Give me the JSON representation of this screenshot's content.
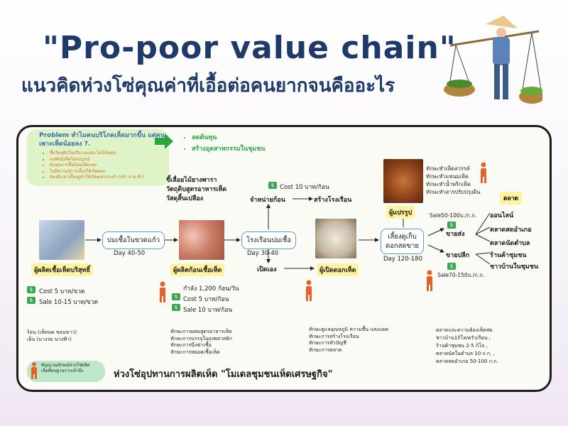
{
  "title": {
    "english": "\"Pro-poor value chain\"",
    "thai": "แนวคิดห่วงโซ่คุณค่าที่เอื้อต่อคนยากจนคืออะไร"
  },
  "problem": {
    "title": "Problem ทำไมคนบริโภคเห็ดมากขึ้น แต่คนเพาะเห็ดน้อยลง ?.",
    "items": [
      "ซื้อวัตถุดิบในปริมาณเยอะไม่มีเงินทุน",
      "แม่พันธุ์เห็ดไม่สมบูรณ์",
      "ต้นทุนการซื้อก้อนเห็ดแพง",
      "ไม่มีความรู้การเลี้ยงให้เกิดดอก",
      "ต้องมีเวลาเลี้ยงดูทำให้เกิดดอกประจำ (เช้า บ่าย ค่ำ)"
    ]
  },
  "goals": [
    "ลดต้นทุน",
    "สร้างอุตสาหกรรมในชุมชน"
  ],
  "stages": {
    "producer_company": "ผู้ผลิตเชื้อเห็ดบริสุทธิ์",
    "bottle_step": "บ่มเชื้อในขวดแก้ว",
    "day_40_50": "Day 40-50",
    "producer_spawn": "ผู้ผลิตก้อนเชื้อเห็ด",
    "raw_materials": "ขี้เลื่อยไม้ยางพารา\nวัตถุดิบสูตรอาหารเห็ด\nวัสดุสิ้นเปลือง",
    "incubation_house": "โรงเรือนบ่มเชื้อ",
    "day_30_40": "Day 30-40",
    "sell_blocks": "จำหน่ายก้อน",
    "build_house": "สร้างโรงเรือน",
    "open_self": "เปิดเอง",
    "opener": "ผู้เปิดดอกเห็ด",
    "cost_block": "Cost 10 บาท/ก้อน",
    "harvest": "เลี้ยงดูเก็บ\nดอกสดขาย",
    "day_120_180": "Day 120-180",
    "processor": "ผู้แปรรูป",
    "processor_skills": "ทักษะทำเห็ดสวรรค์\nทักษะทำแหนมเห็ด\nทักษะทำน้ำพริกเห็ด\nทักษะทำสารปรับปรุงดิน",
    "wholesale": "ขายส่ง",
    "retail": "ขายปลีก",
    "sale_wholesale": "Sale50-100บ./ก.ก.",
    "sale_retail": "Sale70-150บ./ก.ก."
  },
  "market": {
    "title": "ตลาด",
    "items": [
      "ออนไลน์",
      "ตลาดสดอำเภอ",
      "ตลาดนัดตำบล",
      "ร้านค้าชุมชน",
      "ชาวบ้านในชุมชน"
    ]
  },
  "company_prices": [
    "Cost 5 บาท/ขวด",
    "Sale 10-15 บาท/ขวด"
  ],
  "spawn_prices": [
    "กำลัง 1,200 ก้อน/วัน",
    "Cost 5 บาท/ก้อน",
    "Sale 10 บาท/ก้อน"
  ],
  "notes": {
    "company": "ร้อน (เห็ดนด ขอนขาว)\nเย็น (นางรม นางฟ้า)",
    "spawn_skills": "ทักษะการผสมสูตรอาหารเห็ด\nทักษะการบรรจุในถุงพลาสติก\nทักษะการนึ่งฆ่าเชื้อ\nทักษะการหยอดเชื้อเห็ด",
    "opener_skills": "ทักษะดูแลอุณหภูมิ ความชื้น แสงแดด\nทักษะการสร้างโรงเรือน\nทักษะการทำบัญชี\nทักษะการตลาด",
    "market_need": "ตลาดและความต้องเห็ดสด\nชาวบ้าน1กิโล/ครัวเรือน ,\nร้านค้าชุมชน 2-5 กิโล ,\nตลาดนัดในตำบล 10 ก.ก. ,\nตลาดสดอำเภอ 50-100 ก.ก."
  },
  "legend": "สัญญาณลักษณ์ห่วงโซ่ผลิต\nเห็ดที่คนฐานรากเข้าถึง",
  "footer": "ห่วงโซ่อุปทานการผลิตเห็ด \"โมเดลชุมชนเห็ดเศรษฐกิจ\"",
  "colors": {
    "title": "#1f3a6a",
    "person": "#e2632a",
    "goal": "#2aa640",
    "node": "#fff3a0",
    "arrow": "#5a9bd5"
  }
}
